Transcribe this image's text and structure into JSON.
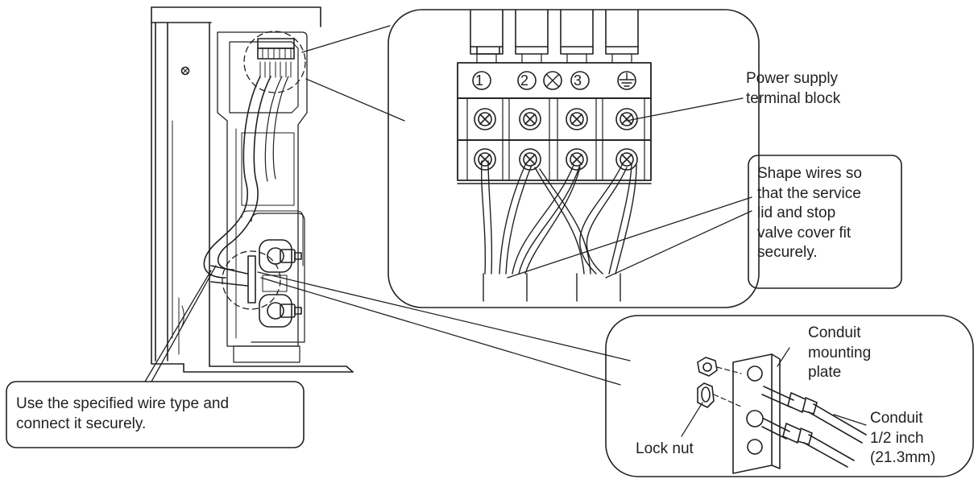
{
  "terminal_block": {
    "terminals": [
      "1",
      "2",
      "3",
      "⏚"
    ],
    "label": [
      "Power supply",
      "terminal block"
    ]
  },
  "wire_note": {
    "lines": [
      "Shape wires so",
      "that the service",
      "lid and stop",
      "valve cover fit",
      "securely."
    ]
  },
  "bottom_note": {
    "lines": [
      "Use the specified wire type and",
      "connect it securely."
    ]
  },
  "conduit_detail": {
    "plate_label": [
      "Conduit",
      "mounting",
      "plate"
    ],
    "conduit_label": [
      "Conduit",
      "1/2 inch",
      "(21.3mm)"
    ],
    "locknut_label": "Lock nut"
  },
  "icons": {
    "screw": "screw-head-icon",
    "ground": "ground-symbol-icon"
  },
  "colors": {
    "ink": "#231f20",
    "paper": "#ffffff"
  }
}
